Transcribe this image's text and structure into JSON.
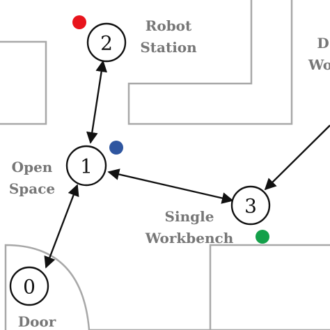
{
  "nodes": [
    {
      "id": "0",
      "label": "0"
    },
    {
      "id": "1",
      "label": "1"
    },
    {
      "id": "2",
      "label": "2"
    },
    {
      "id": "3",
      "label": "3"
    }
  ],
  "edges": [
    {
      "from": "1",
      "to": "2",
      "directed": "both"
    },
    {
      "from": "1",
      "to": "0",
      "directed": "both"
    },
    {
      "from": "1",
      "to": "3",
      "directed": "both"
    },
    {
      "from": "offscreen",
      "to": "3",
      "directed": "one-way"
    }
  ],
  "area_labels": {
    "robot_station": [
      "Robot",
      "Station"
    ],
    "open_space": [
      "Open",
      "Space"
    ],
    "single_workbench": [
      "Single",
      "Workbench"
    ],
    "door": [
      "Door"
    ],
    "double_workbench_partial": [
      "D",
      "Wo"
    ]
  },
  "markers": [
    {
      "name": "red",
      "color": "#e8141c"
    },
    {
      "name": "blue",
      "color": "#2f56a0"
    },
    {
      "name": "green",
      "color": "#14a04a"
    }
  ]
}
